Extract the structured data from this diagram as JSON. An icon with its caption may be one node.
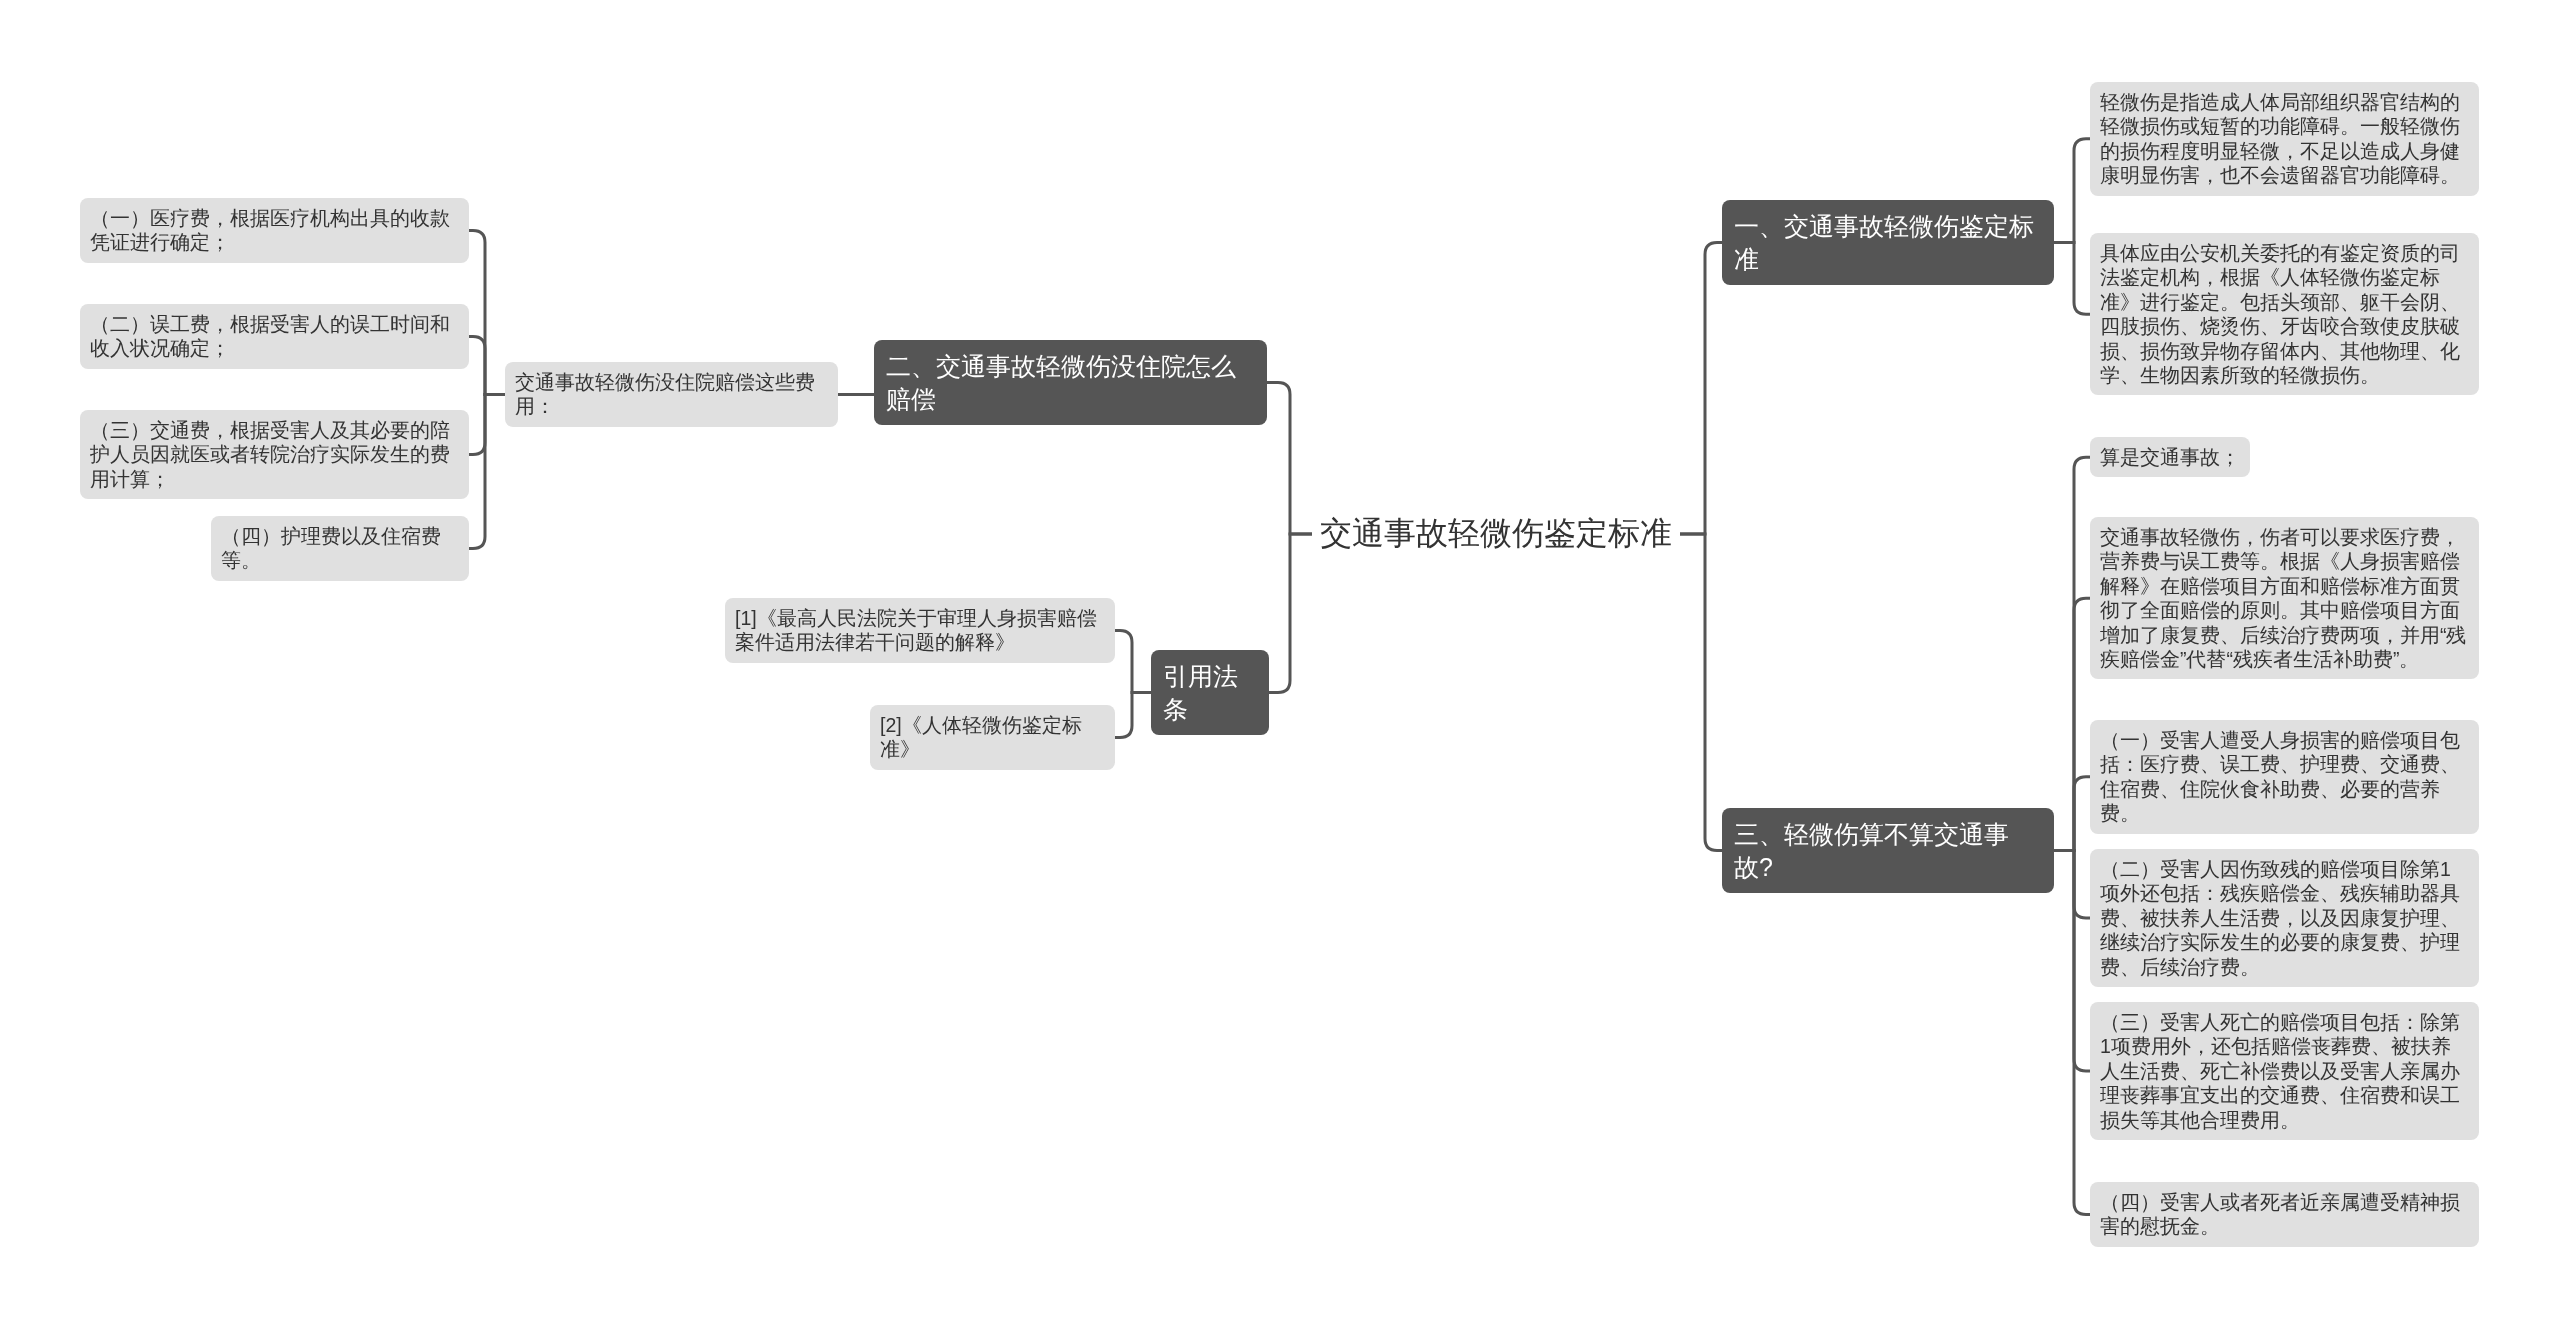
{
  "diagram": {
    "nodes": [
      {
        "text": [
          "交通事故轻微伤鉴定标准"
        ]
      },
      {
        "text": [
          "一、交通事故轻微伤鉴定标准"
        ]
      },
      {
        "text": [
          "轻微伤是指造成人体局部组织器官结构的轻微损伤或短暂的功能障碍。一般轻微伤的损伤程度明显轻微，不足以造成人身健康明显伤害，也不会遗留器官功能障碍。"
        ]
      },
      {
        "text": [
          "具体应由公安机关委托的有鉴定资质的司法鉴定机构，根据《人体轻微伤鉴定标准》进行鉴定。包括头颈部、躯干会阴、四肢损伤、烧烫伤、牙齿咬合致使皮肤破损、损伤致异物存留体内、其他物理、化学、生物因素所致的轻微损伤。"
        ]
      },
      {
        "text": [
          "三、轻微伤算不算交通事故?"
        ]
      },
      {
        "text": [
          "算是交通事故；"
        ]
      },
      {
        "text": [
          "交通事故轻微伤，伤者可以要求医疗费，营养费与误工费等。根据《人身损害赔偿解释》在赔偿项目方面和赔偿标准方面贯彻了全面赔偿的原则。其中赔偿项目方面增加了康复费、后续治疗费两项，并用“残疾赔偿金”代替“残疾者生活补助费”。"
        ]
      },
      {
        "text": [
          "（一）受害人遭受人身损害的赔偿项目包括：医疗费、误工费、护理费、交通费、住宿费、住院伙食补助费、必要的营养费。"
        ]
      },
      {
        "text": [
          "（二）受害人因伤致残的赔偿项目除第1项外还包括：残疾赔偿金、残疾辅助器具费、被扶养人生活费，以及因康复护理、继续治疗实际发生的必要的康复费、护理费、后续治疗费。"
        ]
      },
      {
        "text": [
          "（三）受害人死亡的赔偿项目包括：除第1项费用外，还包括赔偿丧葬费、被扶养人生活费、死亡补偿费以及受害人亲属办理丧葬事宜支出的交通费、住宿费和误工损失等其他合理费用。"
        ]
      },
      {
        "text": [
          "（四）受害人或者死者近亲属遭受精神损害的慰抚金。"
        ]
      },
      {
        "text": [
          "二、交通事故轻微伤没住院怎么赔偿"
        ]
      },
      {
        "text": [
          "交通事故轻微伤没住院赔偿这些费用："
        ]
      },
      {
        "text": [
          "（一）医疗费，根据医疗机构出具的收款凭证进行确定；"
        ]
      },
      {
        "text": [
          "（二）误工费，根据受害人的误工时间和收入状况确定；"
        ]
      },
      {
        "text": [
          "（三）交通费，根据受害人及其必要的陪护人员因就医或者转院治疗实际发生的费用计算；"
        ]
      },
      {
        "text": [
          "（四）护理费以及住宿费等。"
        ]
      },
      {
        "text": [
          "引用法条"
        ]
      },
      {
        "text": [
          "[1]《最高人民法院关于审理人身损害赔偿案件适用法律若干问题的解释》"
        ]
      },
      {
        "text": [
          "[2]《人体轻微伤鉴定标准》"
        ]
      }
    ],
    "edges": [
      {
        "from": 0,
        "to": 1,
        "arrow": "none"
      },
      {
        "from": 0,
        "to": 4,
        "arrow": "none"
      },
      {
        "from": 1,
        "to": 2,
        "arrow": "none"
      },
      {
        "from": 1,
        "to": 3,
        "arrow": "none"
      },
      {
        "from": 4,
        "to": 5,
        "arrow": "none"
      },
      {
        "from": 4,
        "to": 6,
        "arrow": "none"
      },
      {
        "from": 4,
        "to": 7,
        "arrow": "none"
      },
      {
        "from": 4,
        "to": 8,
        "arrow": "none"
      },
      {
        "from": 4,
        "to": 9,
        "arrow": "none"
      },
      {
        "from": 4,
        "to": 10,
        "arrow": "none"
      },
      {
        "from": 0,
        "to": 11,
        "arrow": "none"
      },
      {
        "from": 0,
        "to": 17,
        "arrow": "none"
      },
      {
        "from": 11,
        "to": 12,
        "arrow": "none"
      },
      {
        "from": 12,
        "to": 13,
        "arrow": "none"
      },
      {
        "from": 12,
        "to": 14,
        "arrow": "none"
      },
      {
        "from": 12,
        "to": 15,
        "arrow": "none"
      },
      {
        "from": 12,
        "to": 16,
        "arrow": "none"
      },
      {
        "from": 17,
        "to": 18,
        "arrow": "none"
      },
      {
        "from": 17,
        "to": 19,
        "arrow": "none"
      }
    ]
  }
}
